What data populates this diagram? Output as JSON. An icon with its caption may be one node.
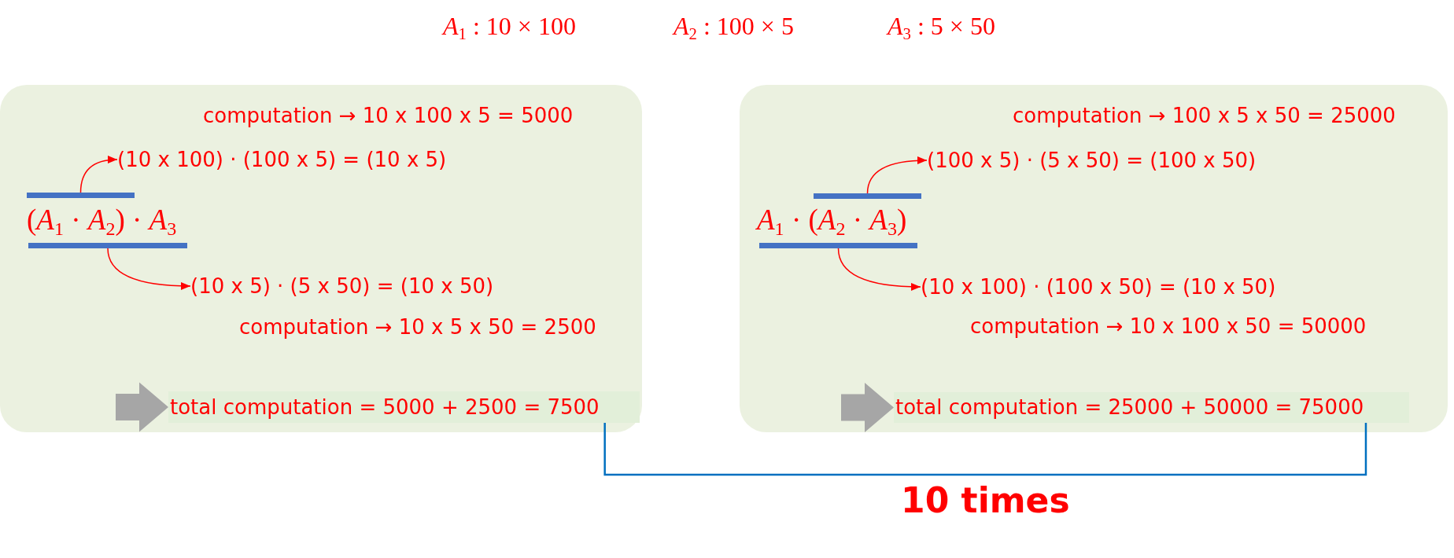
{
  "diagram": {
    "nodes": [
      {
        "text": [],
        "shape": "box"
      },
      {
        "text": [
          "(10 x 100) · (100 x 5) = (10 x 5)"
        ],
        "in": 0
      },
      {
        "text": [],
        "shape": "bar",
        "in": 0
      },
      {
        "text": [],
        "shape": "bar",
        "in": 0
      },
      {
        "text": [
          "(10 x 5) · (5 x 50) = (10 x 50)"
        ],
        "in": 0
      },
      {
        "text": [
          "total computation = 5000 + 2500 = 7500"
        ],
        "in": 0
      },
      {
        "text": [],
        "shape": "box"
      },
      {
        "text": [
          "(100 x 5) · (5 x 50) = (100 x 50)"
        ],
        "in": 6
      },
      {
        "text": [],
        "shape": "bar",
        "in": 6
      },
      {
        "text": [],
        "shape": "bar",
        "in": 6
      },
      {
        "text": [
          "(10 x 100) · (100 x 50) = (10 x 50)"
        ],
        "in": 6
      },
      {
        "text": [
          "total computation = 25000 + 50000 = 75000"
        ],
        "in": 6
      }
    ],
    "edges": [
      {
        "from": 2,
        "to": 1,
        "arrow": "to"
      },
      {
        "from": 3,
        "to": 4,
        "arrow": "to"
      },
      {
        "from": null,
        "to": 5,
        "arrow": "to",
        "style": "thick",
        "color": "#a6a6a6"
      },
      {
        "from": 8,
        "to": 7,
        "arrow": "to"
      },
      {
        "from": 9,
        "to": 10,
        "arrow": "to"
      },
      {
        "from": null,
        "to": 11,
        "arrow": "to",
        "style": "thick",
        "color": "#a6a6a6"
      },
      {
        "from": 5,
        "to": 11,
        "arrow": "none",
        "label": "10 times",
        "color": "#0070c0"
      }
    ],
    "labels": [
      "*A*$_{1}$ : 10 × 100",
      "*A*$_{2}$ : 100 × 5",
      "*A*$_{3}$ : 5 × 50",
      "computation → 10 x 100 x 5 = 5000",
      "(*A*$_{1}$ · *A*$_{2}$) · *A*$_{3}$",
      "computation → 10 x 5 x 50 = 2500",
      "computation → 100 x 5 x 50 = 25000",
      "*A*$_{1}$ · (*A*$_{2}$ · *A*$_{3}$)",
      "computation → 10 x 100 x 50 = 50000"
    ]
  }
}
